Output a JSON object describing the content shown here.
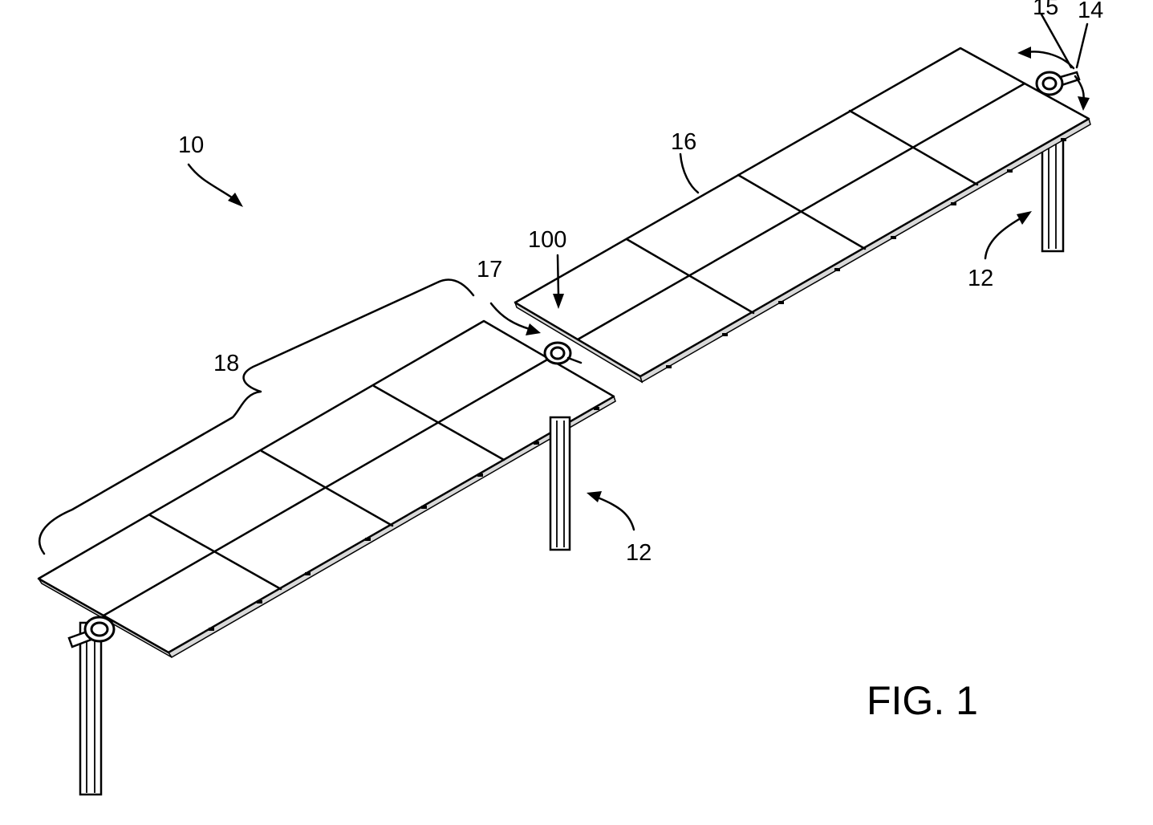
{
  "figure": {
    "caption": "FIG. 1",
    "labels": {
      "system": "10",
      "support_mid": "12",
      "support_right": "12",
      "shaft": "14",
      "rotation": "15",
      "row_16": "16",
      "coupling": "17",
      "row_18": "18",
      "interface": "100"
    }
  }
}
